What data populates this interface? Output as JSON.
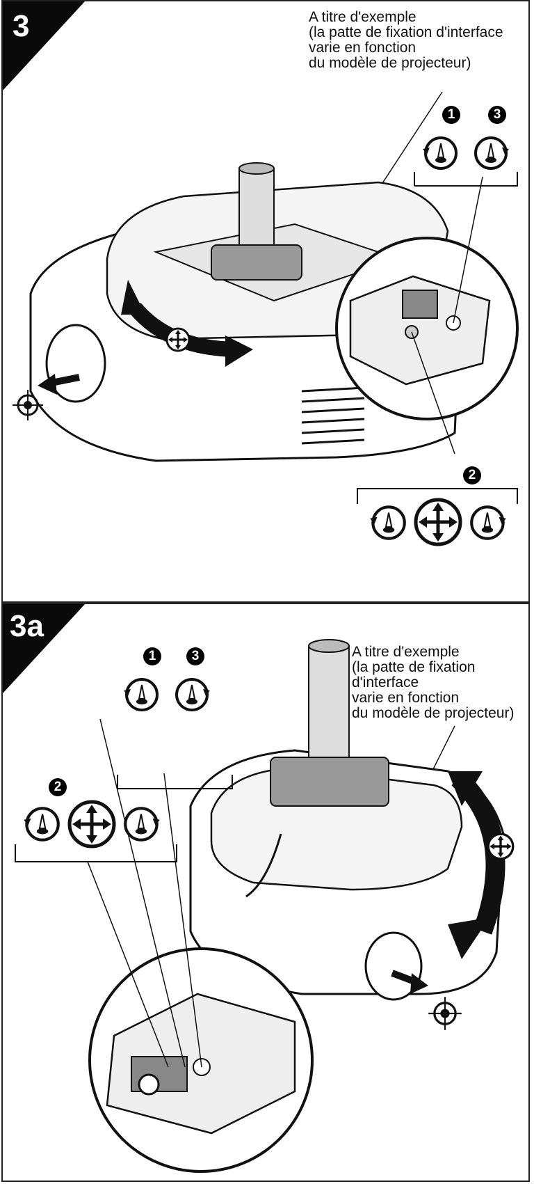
{
  "step1": {
    "label": "3",
    "caption": "A titre d'exemple\n(la patte de fixation d'interface\nvarie en fonction\ndu modèle de projecteur)",
    "callouts": [
      "1",
      "3",
      "2"
    ]
  },
  "step2": {
    "label": "3a",
    "caption": "A titre d'exemple\n(la patte de fixation\nd'interface\nvarie en fonction\ndu modèle de projecteur)",
    "callouts": [
      "1",
      "3",
      "2"
    ]
  },
  "icons": [
    "loosen-screw-icon",
    "tighten-screw-icon",
    "move-adjust-icon",
    "target-crosshair-icon"
  ]
}
